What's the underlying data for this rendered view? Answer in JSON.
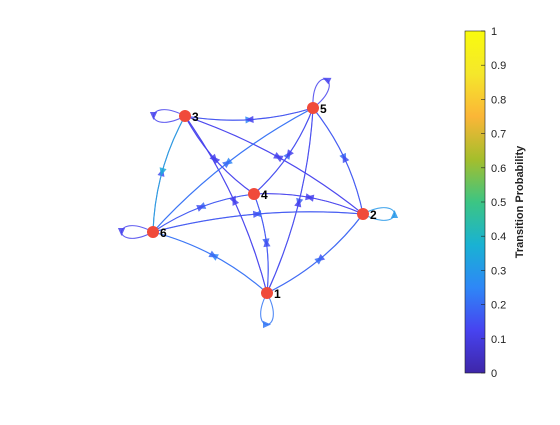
{
  "graph": {
    "nodes": [
      {
        "id": "1",
        "label": "1"
      },
      {
        "id": "2",
        "label": "2"
      },
      {
        "id": "3",
        "label": "3"
      },
      {
        "id": "4",
        "label": "4"
      },
      {
        "id": "5",
        "label": "5"
      },
      {
        "id": "6",
        "label": "6"
      }
    ],
    "edges": [
      {
        "from": "1",
        "to": "1",
        "p": 0.22
      },
      {
        "from": "2",
        "to": "2",
        "p": 0.3
      },
      {
        "from": "3",
        "to": "3",
        "p": 0.12
      },
      {
        "from": "5",
        "to": "5",
        "p": 0.12
      },
      {
        "from": "6",
        "to": "6",
        "p": 0.12
      },
      {
        "from": "3",
        "to": "5",
        "p": 0.25
      },
      {
        "from": "5",
        "to": "3",
        "p": 0.12
      },
      {
        "from": "5",
        "to": "2",
        "p": 0.2
      },
      {
        "from": "2",
        "to": "5",
        "p": 0.15
      },
      {
        "from": "2",
        "to": "1",
        "p": 0.15
      },
      {
        "from": "1",
        "to": "2",
        "p": 0.2
      },
      {
        "from": "1",
        "to": "6",
        "p": 0.25
      },
      {
        "from": "6",
        "to": "1",
        "p": 0.2
      },
      {
        "from": "6",
        "to": "3",
        "p": 0.15
      },
      {
        "from": "3",
        "to": "6",
        "p": 0.35
      },
      {
        "from": "3",
        "to": "4",
        "p": 0.12
      },
      {
        "from": "4",
        "to": "3",
        "p": 0.12
      },
      {
        "from": "4",
        "to": "5",
        "p": 0.2
      },
      {
        "from": "5",
        "to": "4",
        "p": 0.12
      },
      {
        "from": "4",
        "to": "2",
        "p": 0.12
      },
      {
        "from": "2",
        "to": "4",
        "p": 0.12
      },
      {
        "from": "4",
        "to": "1",
        "p": 0.18
      },
      {
        "from": "1",
        "to": "4",
        "p": 0.15
      },
      {
        "from": "4",
        "to": "6",
        "p": 0.2
      },
      {
        "from": "6",
        "to": "4",
        "p": 0.15
      },
      {
        "from": "3",
        "to": "2",
        "p": 0.12
      },
      {
        "from": "2",
        "to": "3",
        "p": 0.12
      },
      {
        "from": "3",
        "to": "1",
        "p": 0.12
      },
      {
        "from": "1",
        "to": "3",
        "p": 0.12
      },
      {
        "from": "5",
        "to": "6",
        "p": 0.25
      },
      {
        "from": "6",
        "to": "5",
        "p": 0.2
      },
      {
        "from": "5",
        "to": "1",
        "p": 0.18
      },
      {
        "from": "1",
        "to": "5",
        "p": 0.12
      },
      {
        "from": "2",
        "to": "6",
        "p": 0.2
      },
      {
        "from": "6",
        "to": "2",
        "p": 0.15
      }
    ]
  },
  "colorbar": {
    "label": "Transition  Probability",
    "ticks": [
      "0",
      "0.1",
      "0.2",
      "0.3",
      "0.4",
      "0.5",
      "0.6",
      "0.7",
      "0.8",
      "0.9",
      "1"
    ],
    "min": 0,
    "max": 1,
    "colormap": [
      "#3e26a8",
      "#4743f0",
      "#2e87f7",
      "#19b2d3",
      "#3cc583",
      "#a5be2c",
      "#fbb637",
      "#f5e72b",
      "#f9fb0e"
    ]
  },
  "colors": {
    "node": "#f04a3a",
    "label": "#000000"
  }
}
